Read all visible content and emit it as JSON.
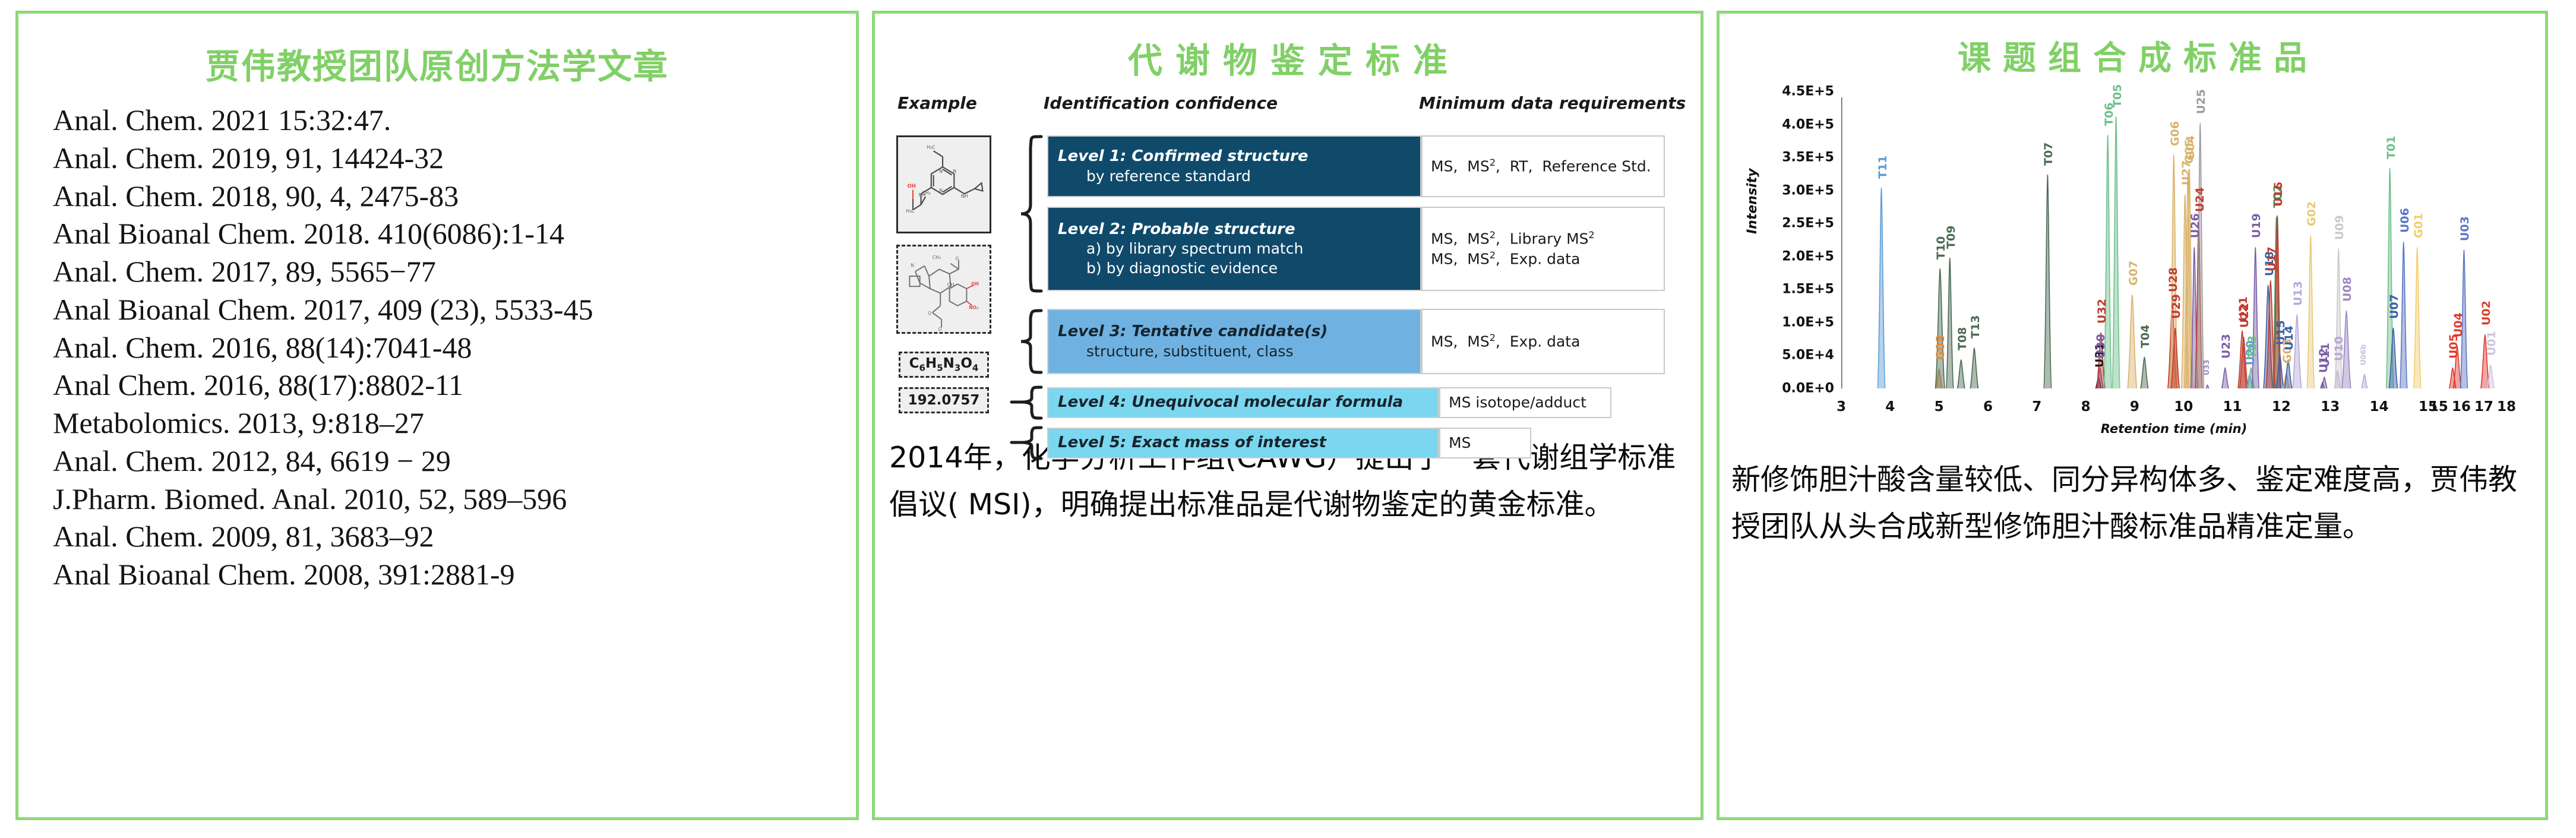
{
  "panel_a": {
    "title": "贾伟教授团队原创方法学文章",
    "references": [
      "Anal. Chem. 2021 15:32:47.",
      "Anal. Chem. 2019, 91, 14424-32",
      "Anal. Chem. 2018, 90, 4, 2475-83",
      "Anal Bioanal Chem. 2018. 410(6086):1-14",
      "Anal. Chem. 2017, 89, 5565−77",
      "Anal Bioanal Chem. 2017, 409 (23), 5533-45",
      "Anal. Chem. 2016, 88(14):7041-48",
      "Anal Chem. 2016, 88(17):8802-11",
      "Metabolomics. 2013, 9:818–27",
      "Anal. Chem. 2012, 84, 6619 − 29",
      "J.Pharm. Biomed. Anal. 2010, 52, 589–596",
      "Anal. Chem. 2009, 81, 3683–92",
      "Anal Bioanal Chem. 2008, 391:2881-9"
    ]
  },
  "panel_b": {
    "title": "代谢物鉴定标准",
    "diagram": {
      "columns": {
        "example": "Example",
        "confidence": "Identification confidence",
        "requirements": "Minimum data requirements"
      },
      "examples": {
        "formula": "C6H5N3O4",
        "exact_mass": "192.0757"
      },
      "levels": [
        {
          "id": "level-1",
          "title": "Level 1:  Confirmed  structure",
          "subtitle": "by reference standard",
          "requirements": [
            "MS,  MS2,  RT,  Reference Std."
          ],
          "color": "#0f4a6b",
          "text_on": "dark"
        },
        {
          "id": "level-2",
          "title": "Level 2:  Probable structure",
          "sub_a": "a) by library spectrum match",
          "sub_b": "b) by diagnostic evidence",
          "requirements": [
            "MS,  MS2,  Library MS2",
            "MS,  MS2,  Exp. data"
          ],
          "color": "#0f4a6b",
          "text_on": "dark"
        },
        {
          "id": "level-3",
          "title": "Level 3:  Tentative candidate(s)",
          "subtitle": "structure, substituent, class",
          "requirements": [
            "MS,  MS2,  Exp. data"
          ],
          "color": "#6fb2e2",
          "text_on": "light"
        },
        {
          "id": "level-4",
          "title": "Level 4:  Unequivocal molecular formula",
          "subtitle": "",
          "requirements": [
            "MS isotope/adduct"
          ],
          "color": "#7ad7ef",
          "text_on": "light"
        },
        {
          "id": "level-5",
          "title": "Level 5:  Exact mass of interest",
          "subtitle": "",
          "requirements": [
            "MS"
          ],
          "color": "#7ad7ef",
          "text_on": "light"
        }
      ]
    },
    "body": "2014年，化学分析工作组(CAWG）提出了一套代谢组学标准倡议( MSI)，明确提出标准品是代谢物鉴定的黄金标准。"
  },
  "panel_c": {
    "title": "课题组合成标准品",
    "body": "新修饰胆汁酸含量较低、同分异构体多、鉴定难度高，贾伟教授团队从头合成新型修饰胆汁酸标准品精准定量。",
    "chart_data": {
      "type": "line",
      "title": "",
      "xlabel": "Retention time (min)",
      "ylabel": "Intensity",
      "xlim": [
        3,
        18
      ],
      "ylim": [
        0,
        450000
      ],
      "grid": false,
      "legend": "none",
      "ytick_labels": [
        "0.0E+0",
        "5.0E+4",
        "1.0E+5",
        "1.5E+5",
        "2.0E+5",
        "2.5E+5",
        "3.0E+5",
        "3.5E+5",
        "4.0E+5",
        "4.5E+5"
      ],
      "ytick_values": [
        0,
        50000,
        100000,
        150000,
        200000,
        250000,
        300000,
        350000,
        400000,
        450000
      ],
      "xtick_labels": [
        "3",
        "4",
        "5",
        "6",
        "7",
        "8",
        "9",
        "10",
        "11",
        "12",
        "13",
        "14",
        "15",
        "15",
        "16",
        "17",
        "18"
      ],
      "axis_break_note": "axis break between 15 and 15",
      "peaks": [
        {
          "label": "T11",
          "x": 3.82,
          "y": 312000,
          "color": "#5b9bd5"
        },
        {
          "label": "G08",
          "x": 5.0,
          "y": 38000,
          "color": "#e08a3c"
        },
        {
          "label": "T10",
          "x": 5.02,
          "y": 190000,
          "color": "#4a6b52"
        },
        {
          "label": "T09",
          "x": 5.22,
          "y": 206000,
          "color": "#4a6b52"
        },
        {
          "label": "T08",
          "x": 5.45,
          "y": 52000,
          "color": "#4a6b52"
        },
        {
          "label": "T13",
          "x": 5.72,
          "y": 70000,
          "color": "#4a6b52"
        },
        {
          "label": "T07",
          "x": 7.22,
          "y": 332000,
          "color": "#4a6b52"
        },
        {
          "label": "U31",
          "x": 8.26,
          "y": 26000,
          "color": "#1a1a1a"
        },
        {
          "label": "U30",
          "x": 8.29,
          "y": 40000,
          "color": "#7b5ea7"
        },
        {
          "label": "U32",
          "x": 8.31,
          "y": 93000,
          "color": "#c23b2e"
        },
        {
          "label": "T06",
          "x": 8.45,
          "y": 392000,
          "color": "#6cbf8a"
        },
        {
          "label": "T05",
          "x": 8.62,
          "y": 420000,
          "color": "#6cbf8a"
        },
        {
          "label": "G07",
          "x": 8.95,
          "y": 150000,
          "color": "#d9b36b"
        },
        {
          "label": "T04",
          "x": 9.2,
          "y": 56000,
          "color": "#4a6b52"
        },
        {
          "label": "U28",
          "x": 9.77,
          "y": 140000,
          "color": "#c23b2e"
        },
        {
          "label": "G06",
          "x": 9.8,
          "y": 362000,
          "color": "#d9b36b"
        },
        {
          "label": "U29",
          "x": 9.83,
          "y": 100000,
          "color": "#c23b2e"
        },
        {
          "label": "U27",
          "x": 10.03,
          "y": 302000,
          "color": "#d9b36b"
        },
        {
          "label": "G05",
          "x": 10.09,
          "y": 335000,
          "color": "#d9b36b"
        },
        {
          "label": "G04",
          "x": 10.12,
          "y": 340000,
          "color": "#d9b36b"
        },
        {
          "label": "U26",
          "x": 10.22,
          "y": 222000,
          "color": "#7b5ea7"
        },
        {
          "label": "U24",
          "x": 10.31,
          "y": 262000,
          "color": "#c23b2e"
        },
        {
          "label": "U25",
          "x": 10.34,
          "y": 410000,
          "color": "#9b9b9b"
        },
        {
          "label": "U33",
          "x": 10.49,
          "y": 14000,
          "color": "#7b5ea7"
        },
        {
          "label": "U23",
          "x": 10.85,
          "y": 40000,
          "color": "#7b5ea7"
        },
        {
          "label": "U21",
          "x": 11.2,
          "y": 96000,
          "color": "#c23b2e"
        },
        {
          "label": "U22",
          "x": 11.23,
          "y": 86000,
          "color": "#c23b2e"
        },
        {
          "label": "U20",
          "x": 11.35,
          "y": 30000,
          "color": "#5b9bd5"
        },
        {
          "label": "T03",
          "x": 11.38,
          "y": 40000,
          "color": "#6cbf8a"
        },
        {
          "label": "U19",
          "x": 11.47,
          "y": 222000,
          "color": "#7b5ea7"
        },
        {
          "label": "U18",
          "x": 11.73,
          "y": 165000,
          "color": "#3b5fa8"
        },
        {
          "label": "U17",
          "x": 11.78,
          "y": 172000,
          "color": "#c23b2e"
        },
        {
          "label": "T02",
          "x": 11.9,
          "y": 268000,
          "color": "#3e8f5a"
        },
        {
          "label": "U16",
          "x": 11.92,
          "y": 270000,
          "color": "#c23b2e"
        },
        {
          "label": "U15",
          "x": 11.97,
          "y": 60000,
          "color": "#3b5fa8"
        },
        {
          "label": "G03",
          "x": 12.1,
          "y": 32000,
          "color": "#d9b36b"
        },
        {
          "label": "U14",
          "x": 12.14,
          "y": 52000,
          "color": "#3b5fa8"
        },
        {
          "label": "U13",
          "x": 12.32,
          "y": 120000,
          "color": "#b6a8d8"
        },
        {
          "label": "G02",
          "x": 12.6,
          "y": 240000,
          "color": "#e8c97a"
        },
        {
          "label": "U12",
          "x": 12.84,
          "y": 18000,
          "color": "#7b5ea7"
        },
        {
          "label": "U11",
          "x": 12.88,
          "y": 26000,
          "color": "#7b5ea7"
        },
        {
          "label": "U10",
          "x": 13.15,
          "y": 36000,
          "color": "#b6a8d8"
        },
        {
          "label": "U09",
          "x": 13.17,
          "y": 220000,
          "color": "#c9c9c9"
        },
        {
          "label": "U08",
          "x": 13.33,
          "y": 126000,
          "color": "#9b86c4"
        },
        {
          "label": "U06b",
          "x": 13.7,
          "y": 30000,
          "color": "#b6a8d8"
        },
        {
          "label": "T01",
          "x": 14.22,
          "y": 342000,
          "color": "#6cbf8a"
        },
        {
          "label": "U07",
          "x": 14.29,
          "y": 100000,
          "color": "#3b5fa8"
        },
        {
          "label": "U06",
          "x": 14.5,
          "y": 230000,
          "color": "#5a76c4"
        },
        {
          "label": "G01",
          "x": 14.78,
          "y": 222000,
          "color": "#f2cd6a"
        },
        {
          "label": "U05",
          "x": 15.62,
          "y": 40000,
          "color": "#e03b2e"
        },
        {
          "label": "U04",
          "x": 15.82,
          "y": 72000,
          "color": "#e03b2e"
        },
        {
          "label": "U03",
          "x": 16.12,
          "y": 218000,
          "color": "#5a76c4"
        },
        {
          "label": "U02",
          "x": 17.05,
          "y": 90000,
          "color": "#e03b2e"
        },
        {
          "label": "U01",
          "x": 17.3,
          "y": 44000,
          "color": "#cfc3e0"
        }
      ]
    }
  },
  "theme": {
    "accent_green": "#8ed97a",
    "title_green": "#81d067",
    "level_dark_blue": "#0f4a6b",
    "level_mid_blue": "#6fb2e2",
    "level_light_blue": "#7ad7ef"
  }
}
